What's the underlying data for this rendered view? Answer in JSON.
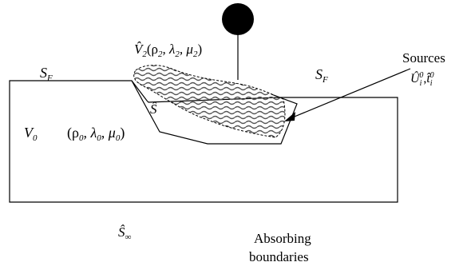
{
  "labels": {
    "sf_left": {
      "base": "S",
      "sub": "F"
    },
    "sf_right": {
      "base": "S",
      "sub": "F"
    },
    "v2": {
      "text": "V̂",
      "sub": "2",
      "params": "(ρ",
      "p_sub1": "2",
      "comma1": ", λ",
      "p_sub2": "2",
      "comma2": ", μ",
      "p_sub3": "2",
      "close": ")"
    },
    "s_hat": "Ŝ",
    "v0": {
      "base": "V",
      "sub": "0"
    },
    "params0": {
      "open": "(ρ",
      "sub1": "0",
      "c1": ", λ",
      "sub2": "0",
      "c2": ", μ",
      "sub3": "0",
      "close": ")"
    },
    "sources": "Sources",
    "sources_vars": {
      "u": "Û",
      "u_sub": "i",
      "u_sup": "0",
      "comma": ",",
      "t": "t̂",
      "t_sub": "i",
      "t_sup": "0"
    },
    "s_inf": {
      "base": "Ŝ",
      "sub": "∞"
    },
    "absorbing_line1": "Absorbing",
    "absorbing_line2": "boundaries"
  },
  "colors": {
    "stroke": "#000000",
    "fill_pattern": "#555555"
  }
}
